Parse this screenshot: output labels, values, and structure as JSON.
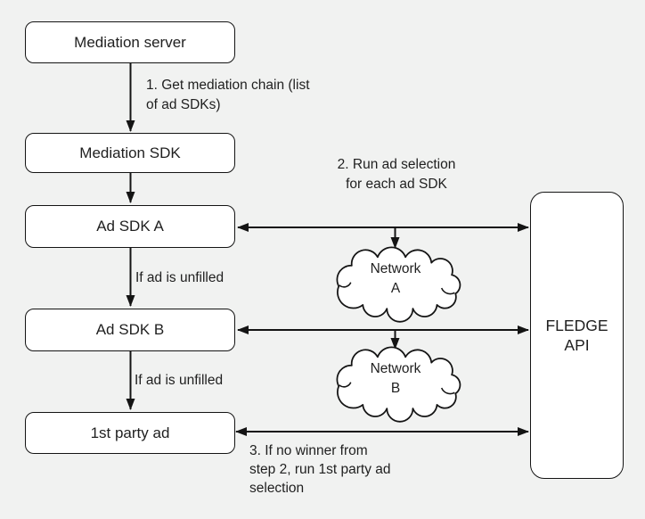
{
  "diagram": {
    "background_color": "#f1f2f1",
    "stroke_color": "#141414",
    "node_fill_color": "#ffffff",
    "text_color": "#1f1f1f",
    "nodes": {
      "mediation_server": "Mediation server",
      "mediation_sdk": "Mediation SDK",
      "ad_sdk_a": "Ad SDK A",
      "ad_sdk_b": "Ad SDK B",
      "first_party_ad": "1st party ad",
      "fledge_api": "FLEDGE\nAPI"
    },
    "clouds": {
      "network_a": "Network\nA",
      "network_b": "Network\nB"
    },
    "annotations": {
      "step1": "1. Get mediation chain (list\nof ad SDKs)",
      "step2": "2. Run ad selection\nfor each ad SDK",
      "step3": "3. If no winner from\nstep 2, run 1st party ad\nselection",
      "if_unfilled_1": "If ad is unfilled",
      "if_unfilled_2": "If ad is unfilled"
    }
  }
}
